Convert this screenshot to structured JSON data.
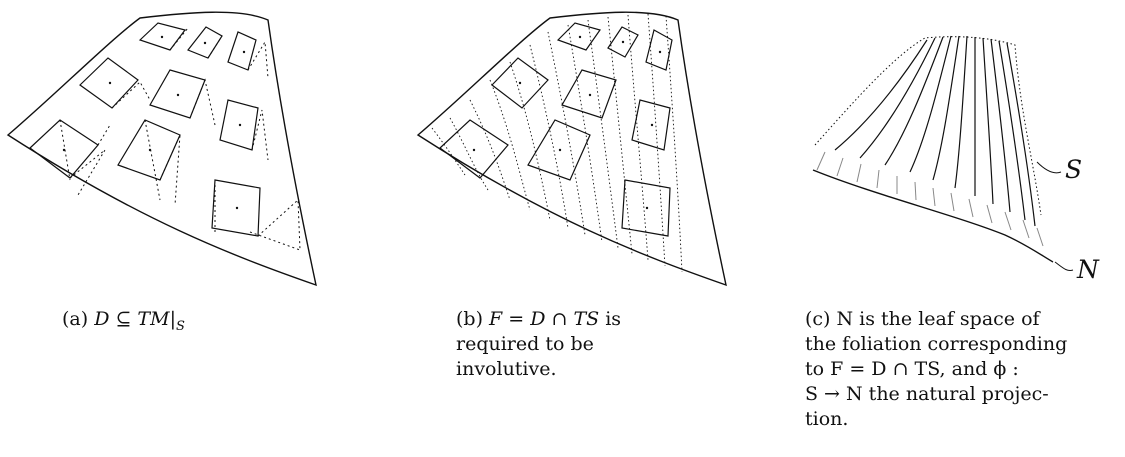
{
  "figures": [
    {
      "id": "a",
      "caption_tag": "(a)",
      "caption_math": "D ⊆ TM|",
      "caption_sub": "S",
      "caption_rest": ""
    },
    {
      "id": "b",
      "caption_tag": "(b)",
      "caption_math": "F = D ∩ TS",
      "caption_rest": " is required to be involutive."
    },
    {
      "id": "c",
      "caption_tag": "(c)",
      "caption_lines": [
        "N is the leaf space of",
        "the foliation corresponding",
        "to F = D ∩ TS, and ϕ :",
        "S → N the natural projec-",
        "tion."
      ],
      "label_surface": "S",
      "label_leafspace": "N"
    }
  ]
}
